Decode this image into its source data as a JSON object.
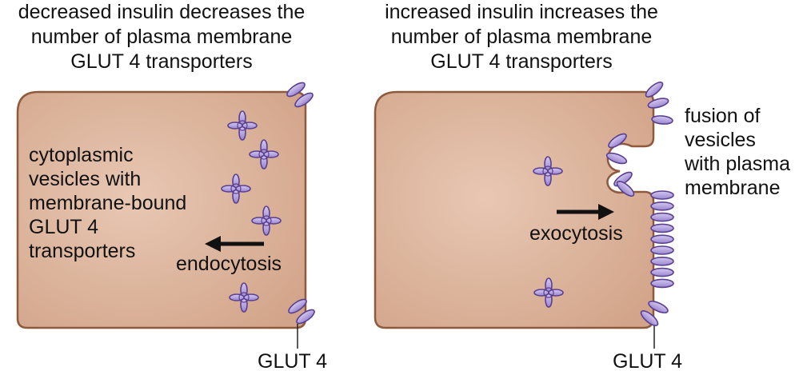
{
  "left_panel": {
    "title_lines": [
      "decreased insulin decreases the",
      "number of plasma membrane",
      "GLUT 4 transporters"
    ],
    "vesicle_label_lines": [
      "cytoplasmic",
      "vesicles with",
      "membrane-bound",
      "GLUT 4",
      "transporters"
    ],
    "process_label": "endocytosis",
    "transporter_label": "GLUT 4"
  },
  "right_panel": {
    "title_lines": [
      "increased insulin increases the",
      "number of plasma membrane",
      "GLUT 4 transporters"
    ],
    "fusion_label_lines": [
      "fusion of",
      "vesicles",
      "with plasma",
      "membrane"
    ],
    "process_label": "exocytosis",
    "transporter_label": "GLUT 4"
  },
  "colors": {
    "cell_fill": "#ddb59c",
    "cell_stroke": "#8e5a3e",
    "transporter_fill": "#b7a6e0",
    "transporter_stroke": "#5a3f8f",
    "arrow": "#111111"
  }
}
